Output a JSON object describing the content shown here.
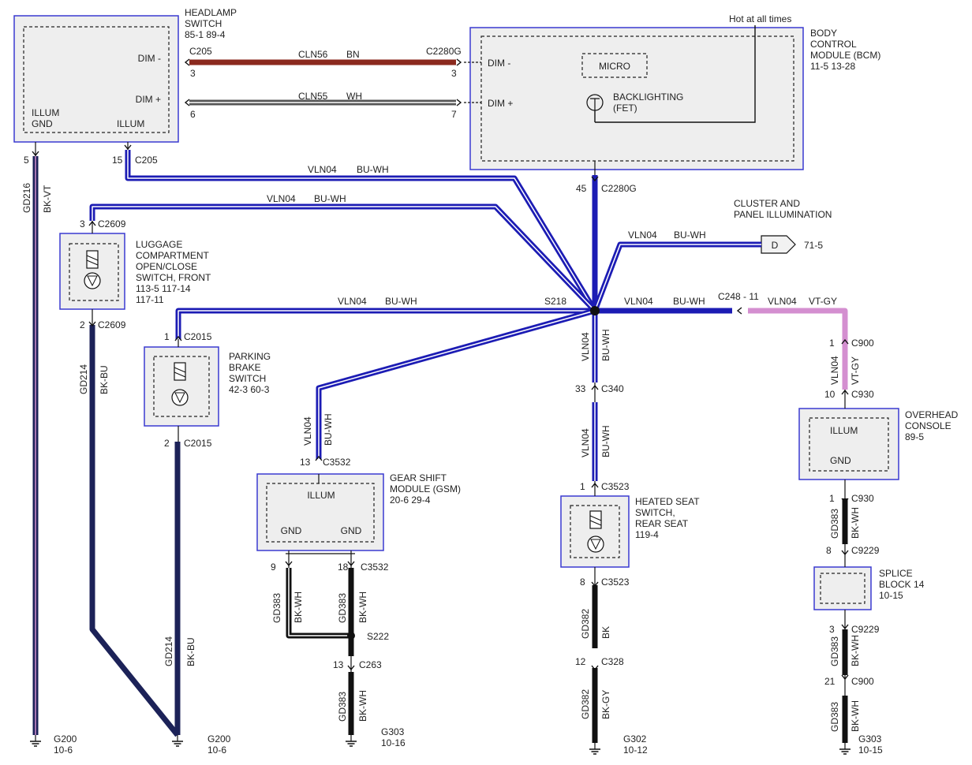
{
  "components": {
    "headlamp_switch": {
      "title": [
        "HEADLAMP",
        "SWITCH"
      ],
      "refs": "85-1   89-4",
      "dim_minus": "DIM -",
      "dim_plus": "DIM +",
      "illum_gnd_1": "ILLUM",
      "illum_gnd_2": "GND",
      "illum": "ILLUM"
    },
    "bcm": {
      "title": [
        "BODY",
        "CONTROL",
        "MODULE (BCM)"
      ],
      "refs": "11-5     13-28",
      "dim_minus": "DIM -",
      "dim_plus": "DIM +",
      "micro": "MICRO",
      "backlighting": "BACKLIGHTING",
      "fet": "(FET)",
      "hot": "Hot at all times"
    },
    "luggage": {
      "title": [
        "LUGGAGE",
        "COMPARTMENT",
        "OPEN/CLOSE",
        "SWITCH, FRONT"
      ],
      "refs": [
        "113-5     117-14",
        "117-11"
      ]
    },
    "parking_brake": {
      "title": [
        "PARKING",
        "BRAKE",
        "SWITCH"
      ],
      "refs": "42-3    60-3"
    },
    "gsm": {
      "title": [
        "GEAR SHIFT",
        "MODULE (GSM)"
      ],
      "refs": "20-6    29-4",
      "illum": "ILLUM",
      "gnd1": "GND",
      "gnd2": "GND"
    },
    "heated_seat": {
      "title": [
        "HEATED SEAT",
        "SWITCH,",
        "REAR SEAT"
      ],
      "refs": "119-4"
    },
    "overhead": {
      "title": [
        "OVERHEAD",
        "CONSOLE"
      ],
      "refs": "89-5",
      "illum": "ILLUM",
      "gnd": "GND"
    },
    "splice_block": {
      "title": [
        "SPLICE",
        "BLOCK 14"
      ],
      "refs": "10-15"
    },
    "cluster": {
      "title": [
        "CLUSTER AND",
        "PANEL ILLUMINATION"
      ],
      "tag": "D",
      "ref": "71-5"
    }
  },
  "connectors": {
    "c205_pin3": "3",
    "c205_pin6": "6",
    "c205_label": "C205",
    "c2280g_pin3": "3",
    "c2280g_pin7": "7",
    "c2280g_label": "C2280G",
    "c205_pin5": "5",
    "c205_pin15": "15",
    "c205_label2": "C205",
    "c2280g_pin45": "45",
    "c2280g_label2": "C2280G",
    "c2609_pin3": "3",
    "c2609_label1": "C2609",
    "c2609_pin2": "2",
    "c2609_label2": "C2609",
    "c2015_pin1": "1",
    "c2015_label1": "C2015",
    "c2015_pin2": "2",
    "c2015_label2": "C2015",
    "c3532_pin13": "13",
    "c3532_label1": "C3532",
    "c3532_pin9": "9",
    "c3532_pin18": "18",
    "c3532_label2": "C3532",
    "c263_pin13": "13",
    "c263_label": "C263",
    "c340_pin33": "33",
    "c340_label": "C340",
    "c3523_pin1": "1",
    "c3523_label1": "C3523",
    "c3523_pin8": "8",
    "c3523_label2": "C3523",
    "c328_pin12": "12",
    "c328_label": "C328",
    "c248": "C248 - 11",
    "c900_pin1": "1",
    "c900_label1": "C900",
    "c930_pin10": "10",
    "c930_label1": "C930",
    "c930_pin1": "1",
    "c930_label2": "C930",
    "c9229_pin8": "8",
    "c9229_label1": "C9229",
    "c9229_pin3": "3",
    "c9229_label2": "C9229",
    "c900_pin21": "21",
    "c900_label2": "C900"
  },
  "wires": {
    "cln56": "CLN56",
    "bn": "BN",
    "cln55": "CLN55",
    "wh": "WH",
    "gd216": "GD216",
    "bk_vt": "BK-VT",
    "vln04_a": "VLN04",
    "buwh_a": "BU-WH",
    "vln04_b": "VLN04",
    "buwh_b": "BU-WH",
    "vln04_c": "VLN04",
    "buwh_c": "BU-WH",
    "vln04_d": "VLN04",
    "buwh_d": "BU-WH",
    "vln04_e": "VLN04",
    "buwh_e": "BU-WH",
    "vln04_f": "VLN04",
    "buwh_f": "BU-WH",
    "vln04_g": "VLN04",
    "buwh_g": "BU-WH",
    "vln04_h": "VLN04",
    "buwh_h": "BU-WH",
    "vln04_vt": "VLN04",
    "vtgy": "VT-GY",
    "vln04_vt2": "VLN04",
    "vtgy2": "VT-GY",
    "gd214_a": "GD214",
    "bkbu_a": "BK-BU",
    "gd214_b": "GD214",
    "bkbu_b": "BK-BU",
    "gd383_a": "GD383",
    "bkwh_a": "BK-WH",
    "gd383_b": "GD383",
    "bkwh_b": "BK-WH",
    "gd383_c": "GD383",
    "bkwh_c": "BK-WH",
    "gd382_a": "GD382",
    "bk": "BK",
    "gd382_b": "GD382",
    "bkgy": "BK-GY",
    "gd383_d": "GD383",
    "bkwh_d": "BK-WH",
    "gd383_e": "GD383",
    "bkwh_e": "BK-WH",
    "gd383_f": "GD383",
    "bkwh_f": "BK-WH"
  },
  "splices": {
    "s218": "S218",
    "s222": "S222"
  },
  "grounds": {
    "g200a": "G200",
    "g200a_ref": "10-6",
    "g200b": "G200",
    "g200b_ref": "10-6",
    "g303a": "G303",
    "g303a_ref": "10-16",
    "g302": "G302",
    "g302_ref": "10-12",
    "g303b": "G303",
    "g303b_ref": "10-15"
  },
  "colors": {
    "blue": "#1c1cb4",
    "navy": "#1c2258",
    "brown": "#8b2a1e",
    "violet": "#d48fd0",
    "black": "#111111",
    "box_border": "#3a3ad0",
    "box_fill": "#eeeeee"
  }
}
